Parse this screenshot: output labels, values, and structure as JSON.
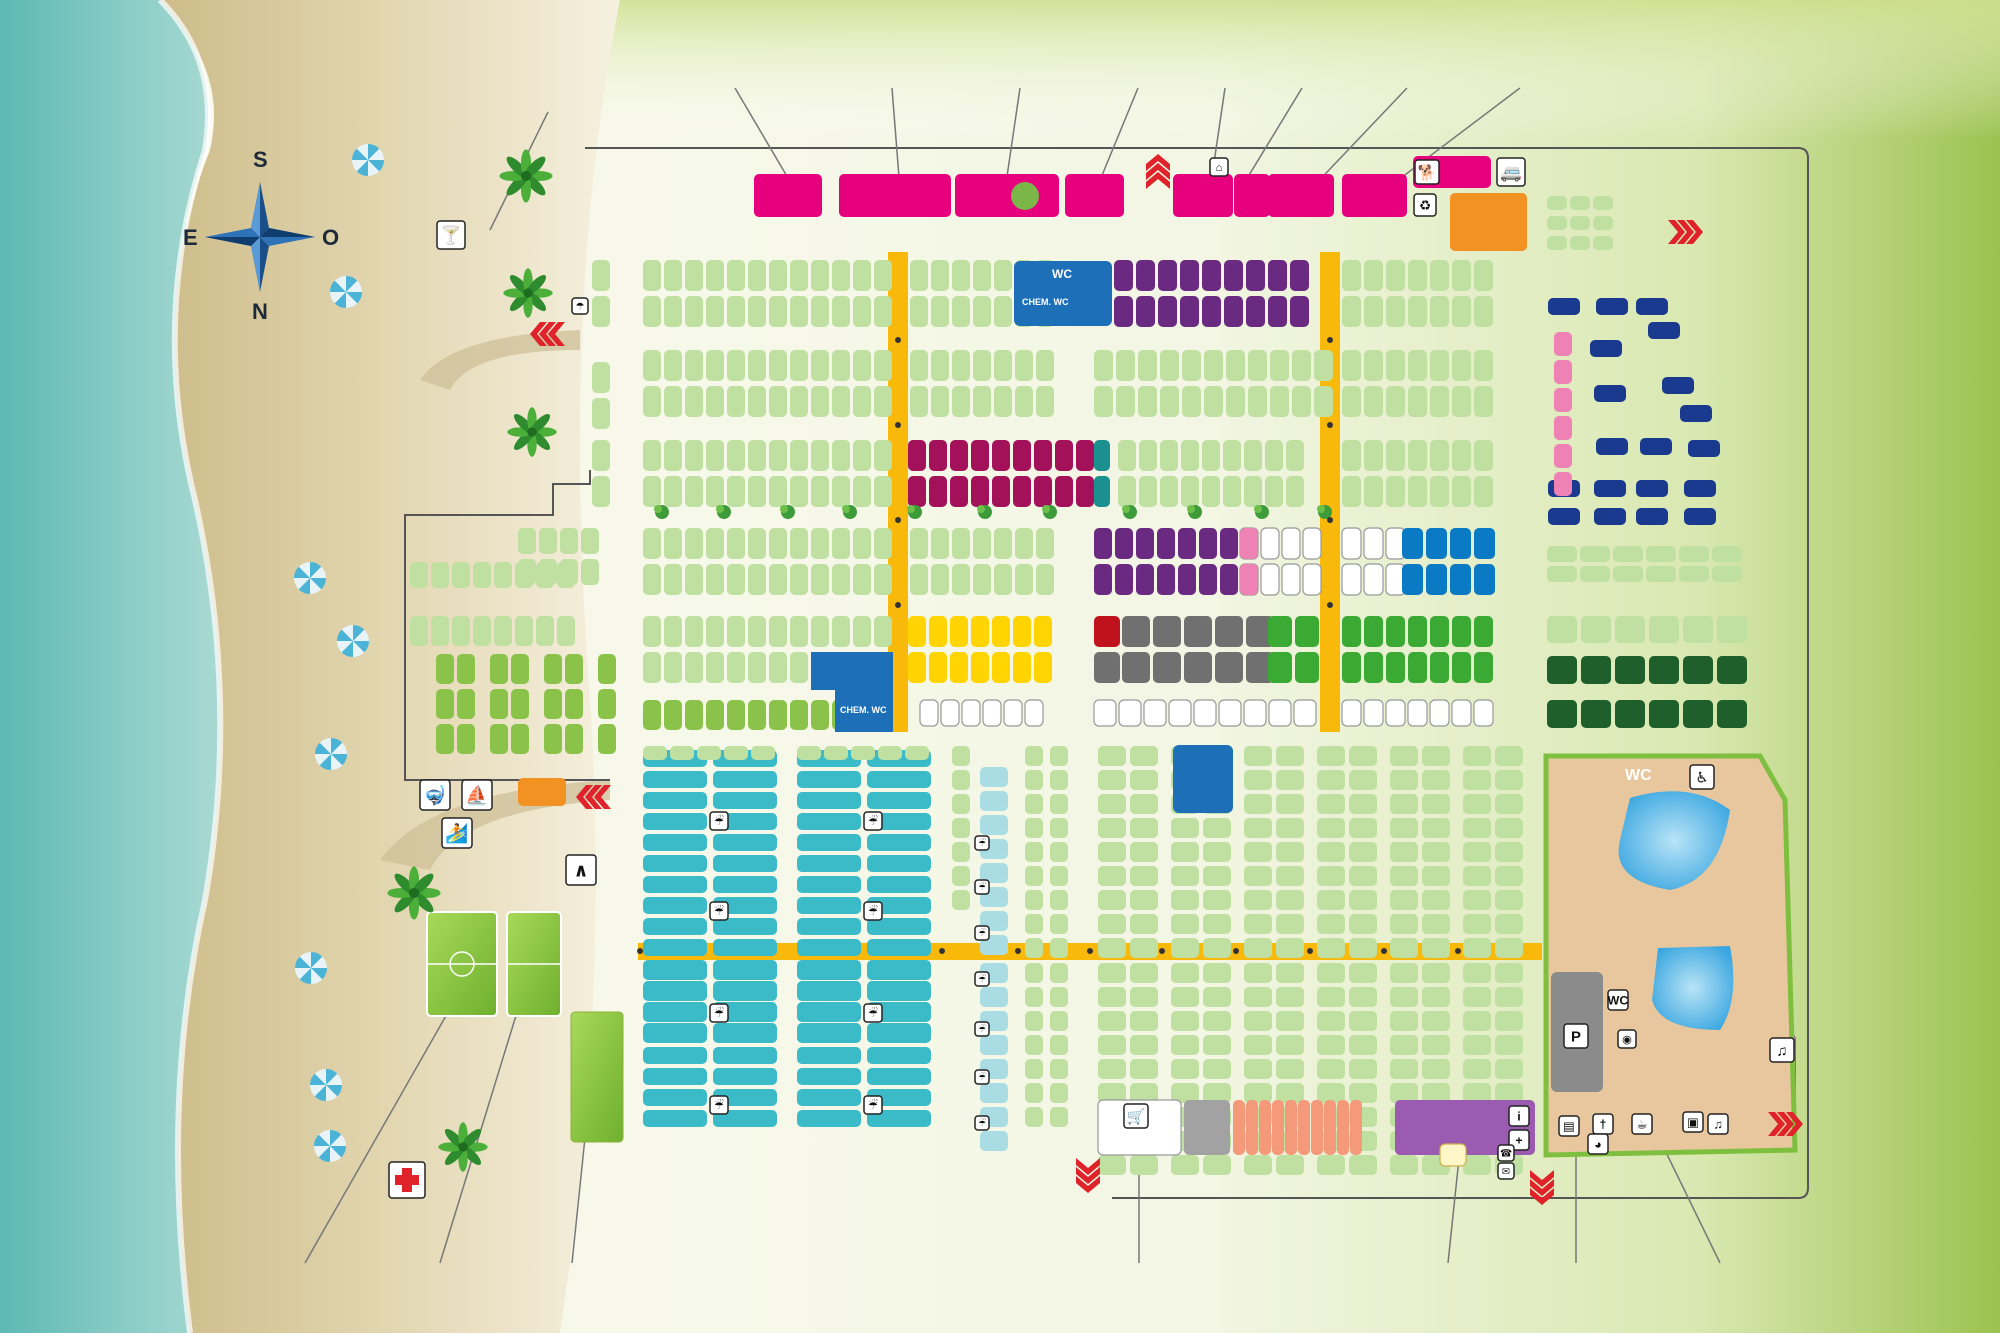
{
  "compass": {
    "north": "N",
    "south": "S",
    "east": "E",
    "west": "O"
  },
  "icons": [
    "bar-cocktail-icon",
    "beach-shower-icon",
    "diving-icon",
    "windsurf-icon",
    "water-ski-icon",
    "playground-icon",
    "first-aid-icon",
    "shower-icon",
    "wc-icon",
    "chemical-wc-icon",
    "disabled-wc-icon",
    "bidet-icon",
    "sink-icon",
    "laundry-icon",
    "dog-icon",
    "camper-service-icon",
    "picnic-icon",
    "dino-mascot-icon",
    "palm-tree-icon",
    "beach-umbrella-icon",
    "footsteps-icon",
    "exit-arrows-icon",
    "parking-icon",
    "info-icon",
    "mail-icon",
    "telephone-icon",
    "shopping-cart-icon",
    "restaurant-icon",
    "bar-icon",
    "tv-icon",
    "music-icon",
    "camera-icon",
    "shop-icon",
    "pizza-icon",
    "swimming-pool-icon"
  ],
  "labels": {
    "wc": "WC",
    "chem_wc": "CHEM. WC",
    "parking": "P",
    "info": "i"
  },
  "colors": {
    "sea": "#7cc9c0",
    "sand": "#d9cba0",
    "pitch_light": "#bfe0a1",
    "pitch_lime": "#8bc34a",
    "mobile_home_magenta": "#e6007e",
    "bungalow_purple": "#6b2a82",
    "wine": "#a3115a",
    "teal": "#1a9090",
    "pink": "#ee82b5",
    "blue": "#0a7ac4",
    "navy": "#1a3a8f",
    "yellow": "#ffd400",
    "grey": "#707070",
    "red": "#c0121c",
    "green": "#3aaa35",
    "dark_green": "#1f5f2c",
    "cyan": "#3bbac8",
    "pale_cyan": "#aadde3",
    "salmon": "#f4997a",
    "orange": "#f29222",
    "path": "#f8b90b",
    "service_purple": "#9b5bb0",
    "pool_area": "#e8c79e",
    "pool_water": "#5bb7e8"
  }
}
